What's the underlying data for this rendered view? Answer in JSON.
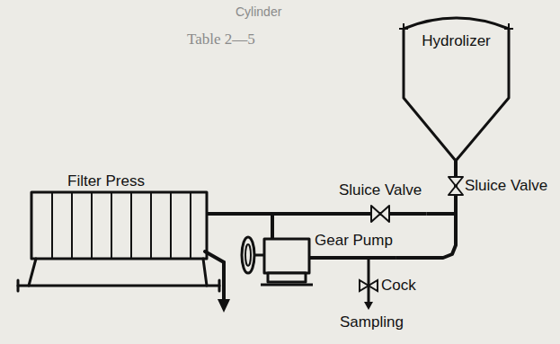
{
  "diagram": {
    "nodes": [
      {
        "text": [
          "Hydrolizer"
        ]
      },
      {
        "text": [
          "Filter Press"
        ]
      },
      {
        "text": [
          "Sluice Valve"
        ]
      },
      {
        "text": [
          "Sluice Valve"
        ]
      },
      {
        "text": [
          "Gear Pump"
        ]
      }
    ],
    "edges": [
      {
        "from": 0,
        "to": 2,
        "arrow": "none"
      },
      {
        "from": 2,
        "to": 4,
        "arrow": "none"
      },
      {
        "from": 4,
        "to": 1,
        "arrow": "none"
      },
      {
        "from": 4,
        "to": 3,
        "arrow": "none"
      },
      {
        "from": 3,
        "to": 2,
        "arrow": "none"
      }
    ],
    "labels": [
      "Table 2—5",
      "Cylinder",
      "Cock",
      "Sampling"
    ]
  }
}
